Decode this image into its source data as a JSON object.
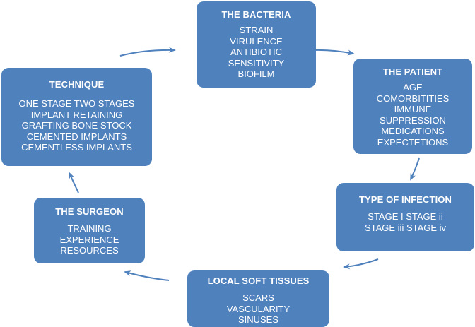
{
  "diagram": {
    "colors": {
      "box_fill": "#4f81bd",
      "text": "#ffffff",
      "arrow": "#4f81bd"
    },
    "nodes": [
      {
        "id": "bacteria",
        "title": "THE BACTERIA",
        "items": [
          "STRAIN",
          "VIRULENCE",
          "ANTIBIOTIC",
          "SENSITIVITY",
          "BIOFILM"
        ]
      },
      {
        "id": "patient",
        "title": "THE PATIENT",
        "items": [
          "AGE",
          "COMORBITITIES",
          "IMMUNE",
          "SUPPRESSION",
          "MEDICATIONS",
          "EXPECTETIONS"
        ]
      },
      {
        "id": "infection",
        "title": "TYPE OF INFECTION",
        "items": [
          "STAGE I STAGE ii",
          "STAGE iii STAGE iv"
        ]
      },
      {
        "id": "soft_tissues",
        "title": "LOCAL SOFT TISSUES",
        "items": [
          "SCARS",
          "VASCULARITY",
          "SINUSES"
        ]
      },
      {
        "id": "surgeon",
        "title": "THE SURGEON",
        "items": [
          "TRAINING",
          "EXPERIENCE",
          "RESOURCES"
        ]
      },
      {
        "id": "technique",
        "title": "TECHNIQUE",
        "items": [
          "ONE STAGE TWO STAGES",
          "IMPLANT RETAINING",
          "GRAFTING BONE STOCK",
          "CEMENTED IMPLANTS",
          "CEMENTLESS IMPLANTS"
        ]
      }
    ],
    "edges": [
      {
        "from": "technique",
        "to": "bacteria"
      },
      {
        "from": "bacteria",
        "to": "patient"
      },
      {
        "from": "patient",
        "to": "infection"
      },
      {
        "from": "infection",
        "to": "soft_tissues"
      },
      {
        "from": "soft_tissues",
        "to": "surgeon"
      },
      {
        "from": "surgeon",
        "to": "technique"
      }
    ]
  }
}
